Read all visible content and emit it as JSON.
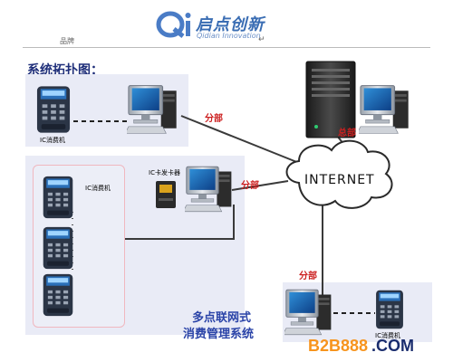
{
  "header": {
    "brand_cn": "启点创新",
    "brand_en": "Qidian Innovation",
    "doc_word": "品牌",
    "doc_arrow": "↵"
  },
  "section_title": "系统拓扑图：",
  "center_node": "INTERNET",
  "labels": {
    "fenbu": "分部",
    "zongbu": "总部",
    "ic_pos": "IC消费机",
    "ic_issuer": "IC卡发卡器"
  },
  "caption": {
    "line1": "多点联网式",
    "line2": "消费管理系统"
  },
  "watermark": {
    "prefix": "B2B888",
    "suffix": ".COM",
    "prefix_color": "#f7941d",
    "suffix_color": "#1a2d6e"
  }
}
